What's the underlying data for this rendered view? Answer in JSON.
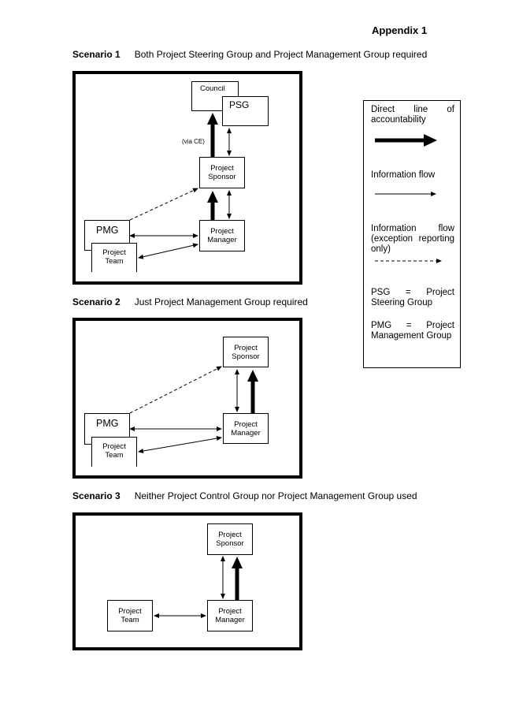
{
  "appendix": "Appendix 1",
  "scenarios": [
    {
      "number": "Scenario 1",
      "title": "Both Project Steering Group and Project Management Group required",
      "nodes": {
        "council": "Council",
        "psg": "PSG",
        "sponsor": "Project Sponsor",
        "manager": "Project Manager",
        "pmg": "PMG",
        "team": "Project Team"
      },
      "annotation": "(via CE)"
    },
    {
      "number": "Scenario 2",
      "title": "Just Project Management Group required",
      "nodes": {
        "sponsor": "Project Sponsor",
        "manager": "Project Manager",
        "pmg": "PMG",
        "team": "Project Team"
      }
    },
    {
      "number": "Scenario 3",
      "title": "Neither Project Control Group nor Project Management Group used",
      "nodes": {
        "sponsor": "Project Sponsor",
        "manager": "Project Manager",
        "team": "Project Team"
      }
    }
  ],
  "legend": {
    "direct_line": "Direct line of accountability",
    "information_flow": "Information flow",
    "exception_flow": "Information flow (exception reporting only)",
    "psg_def": "PSG = Project Steering Group",
    "pmg_def": "PMG = Project Management Group"
  }
}
